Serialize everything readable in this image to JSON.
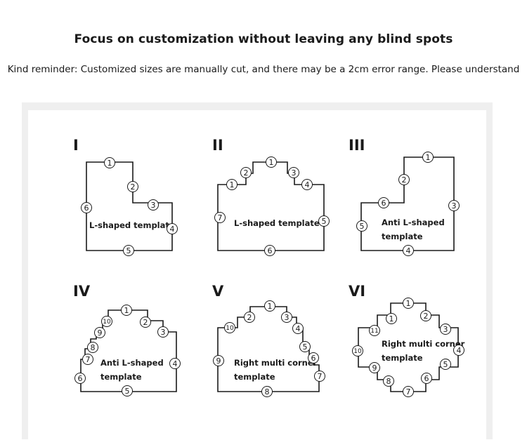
{
  "header": {
    "title": "Focus on customization without leaving any blind spots",
    "reminder": "Kind reminder: Customized sizes are manually cut, and there may be a 2cm error range. Please understand"
  },
  "templates": [
    {
      "numeral": "I",
      "label_lines": [
        "L-shaped template"
      ]
    },
    {
      "numeral": "II",
      "label_lines": [
        "L-shaped template"
      ]
    },
    {
      "numeral": "III",
      "label_lines": [
        "Anti L-shaped",
        "template"
      ]
    },
    {
      "numeral": "IV",
      "label_lines": [
        "Anti L-shaped",
        "template"
      ]
    },
    {
      "numeral": "V",
      "label_lines": [
        "Right multi corner",
        "template"
      ]
    },
    {
      "numeral": "VI",
      "label_lines": [
        "Right multi corner",
        "template"
      ]
    }
  ],
  "edge_marker_style": "circled-number",
  "colors": {
    "line": "#1a1a1a",
    "frame": "#efefef",
    "background": "#ffffff"
  }
}
